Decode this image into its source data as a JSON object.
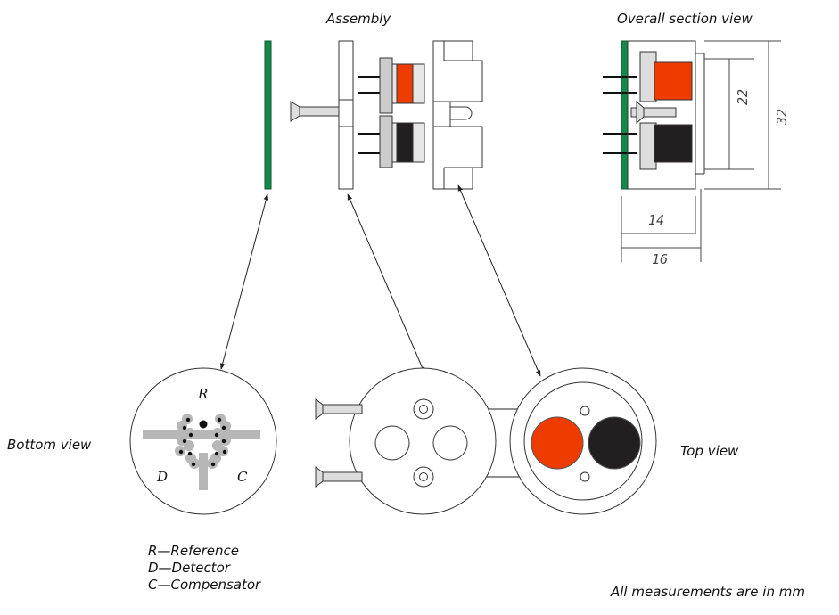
{
  "labels": {
    "assembly": "Assembly",
    "overall": "Overall section view",
    "bottom_view": "Bottom view",
    "top_view": "Top view",
    "note": "All measurements are in mm"
  },
  "bottom_view_letters": {
    "r": "R",
    "d": "D",
    "c": "C"
  },
  "legend": [
    "R—Reference",
    "D—Detector",
    "C—Compensator"
  ],
  "dimensions": {
    "d22": "22",
    "d32": "32",
    "d14": "14",
    "d16": "16"
  },
  "colors": {
    "pcb_green": "#138a4a",
    "reference_red": "#ee3c00",
    "detector_black": "#231f20",
    "pin_gray": "#b7b7b7",
    "outline": "#333333"
  }
}
